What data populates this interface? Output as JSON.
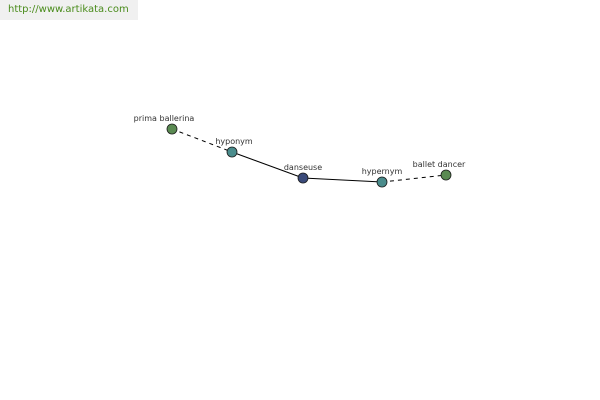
{
  "header": {
    "url_text": "http://www.artikata.com"
  },
  "colors": {
    "url_text": "#4a8c1c",
    "url_background": "#f0f0f0",
    "edge": "#000000",
    "node_outline": "#1a1a1a",
    "word_node": "#5a8a52",
    "relation_node": "#4a8c8c",
    "center_node": "#3a4a7a"
  },
  "graph": {
    "nodes": [
      {
        "id": "prima_ballerina",
        "label": "prima ballerina",
        "kind": "word"
      },
      {
        "id": "hyponym",
        "label": "hyponym",
        "kind": "relation"
      },
      {
        "id": "danseuse",
        "label": "danseuse",
        "kind": "center"
      },
      {
        "id": "hypernym",
        "label": "hypernym",
        "kind": "relation"
      },
      {
        "id": "ballet_dancer",
        "label": "ballet dancer",
        "kind": "word"
      }
    ],
    "edges": [
      {
        "from": "prima_ballerina",
        "to": "hyponym",
        "style": "dashed"
      },
      {
        "from": "hyponym",
        "to": "danseuse",
        "style": "solid"
      },
      {
        "from": "danseuse",
        "to": "hypernym",
        "style": "solid"
      },
      {
        "from": "hypernym",
        "to": "ballet_dancer",
        "style": "dashed"
      }
    ]
  }
}
